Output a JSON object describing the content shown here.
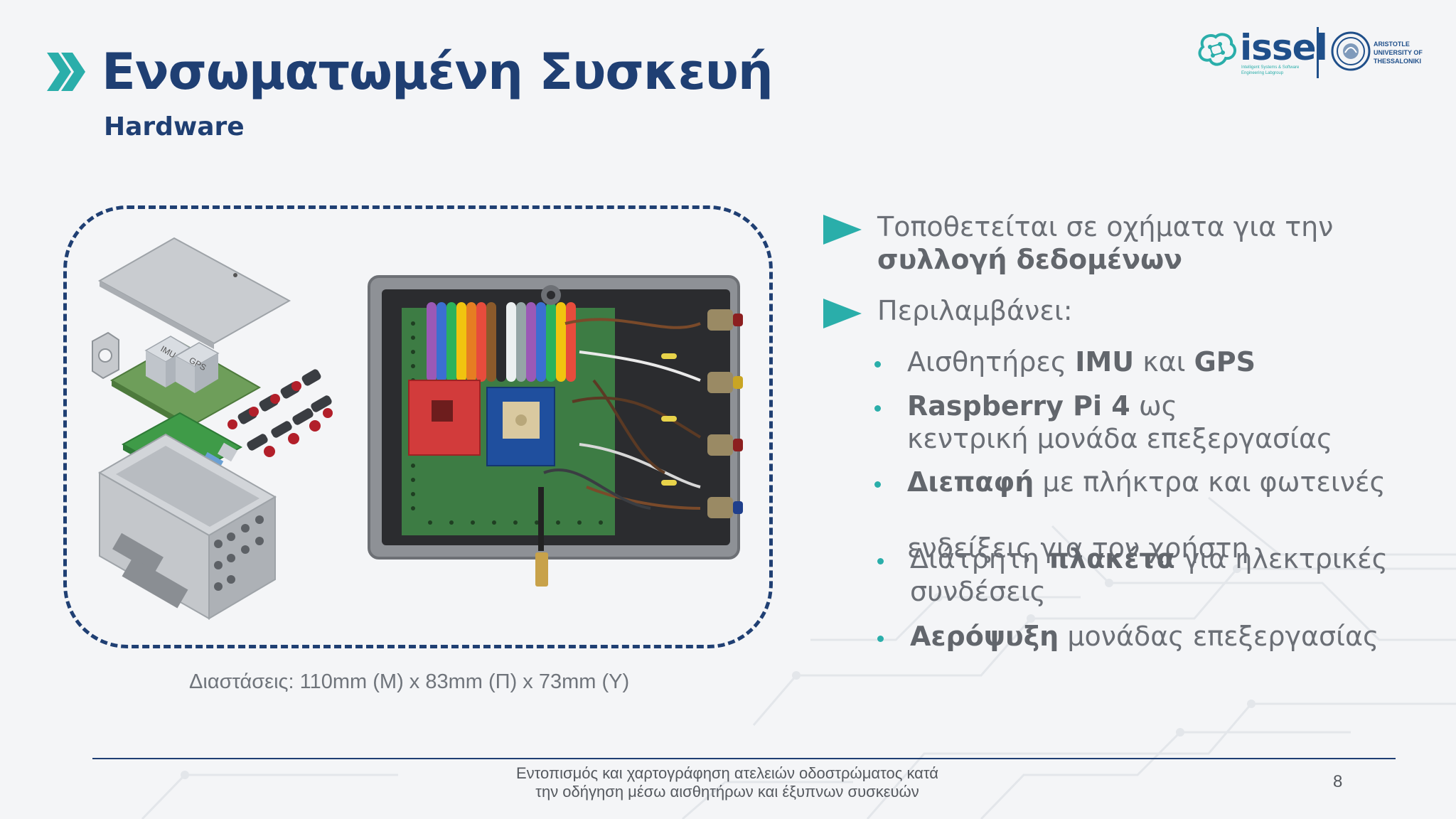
{
  "slide": {
    "title": "Ενσωματωμένη Συσκευή",
    "subtitle": "Hardware"
  },
  "logo": {
    "issel_word": "issel",
    "issel_tagline": "Intelligent Systems & Software Engineering Labgroup",
    "university_text": "ARISTOTLE UNIVERSITY OF THESSALONIKI"
  },
  "figure": {
    "render_labels": [
      "IMU",
      "GPS"
    ],
    "dimensions": "Διαστάσεις:  110mm (Μ) x 83mm (Π) x 73mm (Υ)"
  },
  "bullets": {
    "b1_text": "Τοποθετείται σε οχήματα για την",
    "b1_strong": "συλλογή δεδομένων",
    "b2_text": "Περιλαμβάνει:",
    "sub1_pre": "Αισθητήρες",
    "sub1_strong1": "IMU",
    "sub1_mid": "και",
    "sub1_strong2": "GPS",
    "sub2_strong": "Raspberry Pi 4",
    "sub2_rest": "ως",
    "sub2_line2": "κεντρική μονάδα επεξεργασίας",
    "sub3_strong": "Διεπαφή",
    "sub3_rest": "με πλήκτρα και φωτεινές",
    "sub3_line2": "ενδείξεις για τον χρήστη",
    "sub4_pre": "Διάτρητη",
    "sub4_strong": "πλακέτα",
    "sub4_rest": "για ηλεκτρικές",
    "sub4_line2": "συνδέσεις",
    "sub5_strong": "Αερόψυξη",
    "sub5_rest": "μονάδας επεξεργασίας"
  },
  "footer": {
    "text": "Εντοπισμός και χαρτογράφηση ατελειών οδοστρώματος κατά την οδήγηση μέσω αισθητήρων και έξυπνων συσκευών",
    "page_number": "8"
  },
  "colors": {
    "navy": "#1f3f73",
    "teal": "#2aaeaa",
    "text_gray": "#6b6f76",
    "background": "#f4f5f7"
  }
}
